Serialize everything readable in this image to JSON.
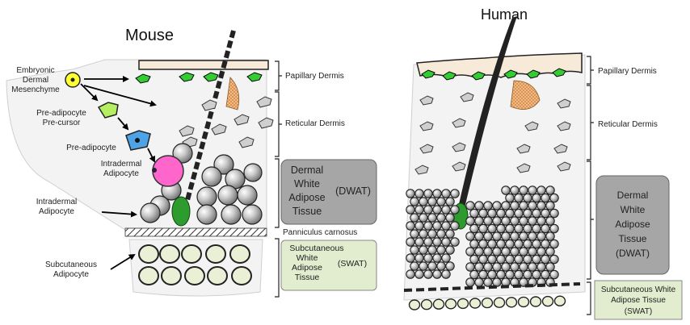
{
  "mouse": {
    "title": "Mouse",
    "cell_labels": {
      "embryonic": [
        "Embryonic",
        "Dermal",
        "Mesenchyme"
      ],
      "preadipocyte_precursor": [
        "Pre-adipocyte",
        "Pre-cursor"
      ],
      "preadipocyte": "Pre-adipocyte",
      "intradermal_upper": [
        "Intradermal",
        "Adipocyte"
      ],
      "intradermal_lower": [
        "Intradermal",
        "Adipocyte"
      ],
      "subcutaneous": [
        "Subcutaneous",
        "Adipocyte"
      ]
    },
    "layers": {
      "papillary": "Papillary Dermis",
      "reticular": "Reticular Dermis",
      "panniculus": "Panniculus carnosus"
    },
    "dwat_box": {
      "lines": [
        "Dermal",
        "White",
        "Adipose",
        "Tissue"
      ],
      "abbr": "(DWAT)"
    },
    "swat_box": {
      "lines": [
        "Subcutaneous",
        "White",
        "Adipose",
        "Tissue"
      ],
      "abbr": "(SWAT)"
    }
  },
  "human": {
    "title": "Human",
    "layers": {
      "papillary": "Papillary Dermis",
      "reticular": "Reticular Dermis"
    },
    "dwat_box": {
      "lines": [
        "Dermal",
        "White",
        "Adipose",
        "Tissue",
        "(DWAT)"
      ]
    },
    "swat_box": {
      "lines": [
        "Subcutaneous White",
        "Adipose Tissue",
        "(SWAT)"
      ]
    }
  },
  "colors": {
    "dermis_fill": "#f3f3f3",
    "epidermis_fill": "#f7ead8",
    "dwat_box_fill": "#a6a6a6",
    "swat_box_fill": "#e2eccf",
    "pink_adipocyte": "#ff66cc",
    "preadipocyte_blue": "#4ea3e6",
    "precursor_green": "#b6ee62",
    "embryonic_yellow": "#ffff33",
    "dermal_cell_green": "#33cc33",
    "fat_cell_gray": "#9a9a9a",
    "subcut_cell": "#e9f0d6",
    "gland_orange": "#f0a060"
  }
}
